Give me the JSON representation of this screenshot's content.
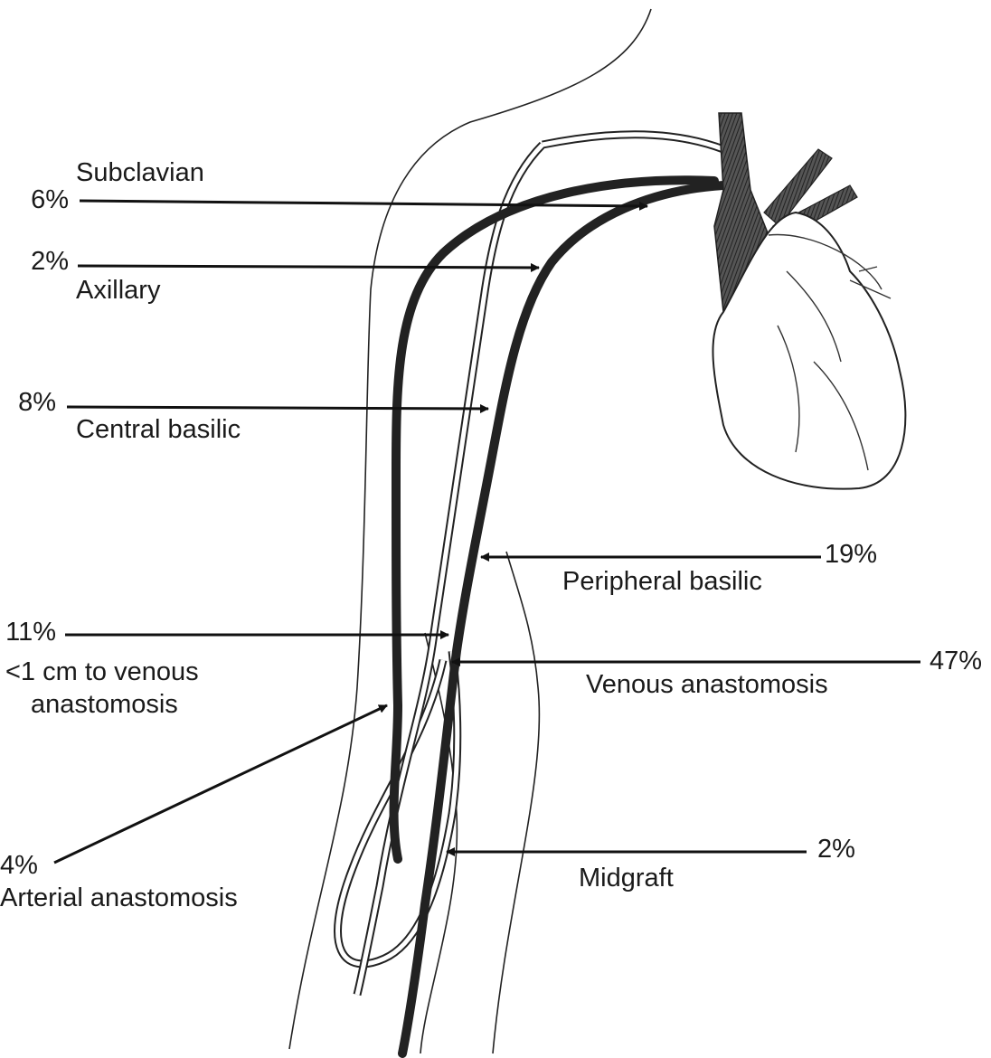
{
  "labels": {
    "subclavian": {
      "name": "Subclavian",
      "pct": "6%"
    },
    "axillary": {
      "name": "Axillary",
      "pct": "2%"
    },
    "central_basilic": {
      "name": "Central basilic",
      "pct": "8%"
    },
    "peripheral_basilic": {
      "name": "Peripheral basilic",
      "pct": "19%"
    },
    "near_venous": {
      "name_line1": "<1 cm to venous",
      "name_line2": "anastomosis",
      "pct": "11%"
    },
    "venous_anastomosis": {
      "name": "Venous anastomosis",
      "pct": "47%"
    },
    "arterial_anastomosis": {
      "name": "Arterial anastomosis",
      "pct": "4%"
    },
    "midgraft": {
      "name": "Midgraft",
      "pct": "2%"
    }
  }
}
